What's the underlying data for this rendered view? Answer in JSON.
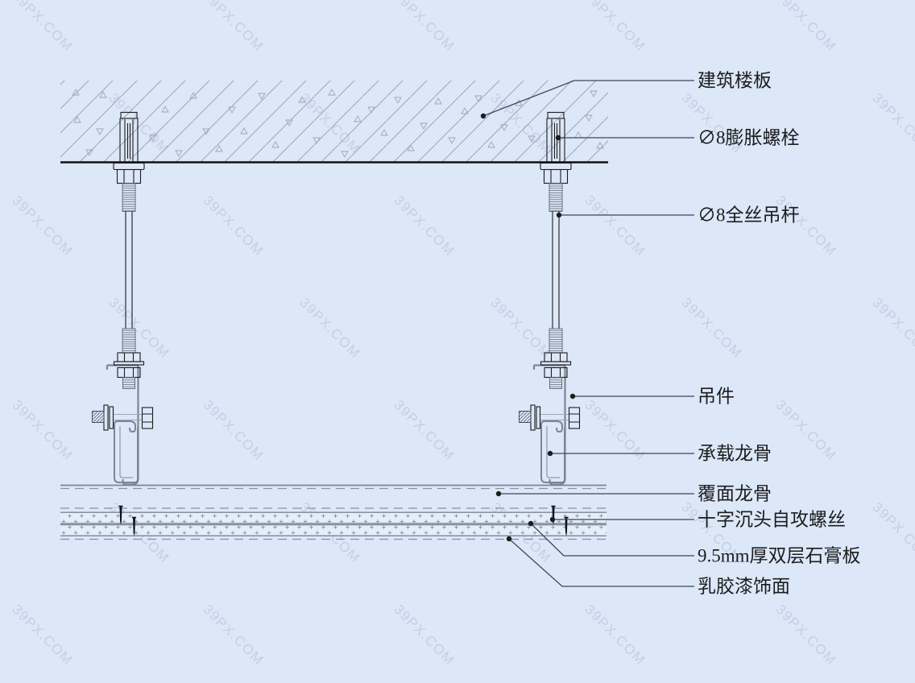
{
  "colors": {
    "background": "#dce7f8",
    "line": "#1c1c1c",
    "steel_gray": "#7b8593",
    "concrete_hatch": "#9aa7ba",
    "leader_line": "#3c4654",
    "board_fill": "#e4edfa"
  },
  "watermark": {
    "text": "39PX.COM",
    "color": "#8fa0ba",
    "opacity": "0.32"
  },
  "labels": {
    "slab": "建筑楼板",
    "expansion_bolt": "∅8膨胀螺栓",
    "hanger_rod": "∅8全丝吊杆",
    "hanger": "吊件",
    "carrying_channel": "承载龙骨",
    "furring_channel": "覆面龙骨",
    "screw": "十字沉头自攻螺丝",
    "gypsum_board": "9.5mm厚双层石膏板",
    "paint_finish": "乳胶漆饰面"
  }
}
